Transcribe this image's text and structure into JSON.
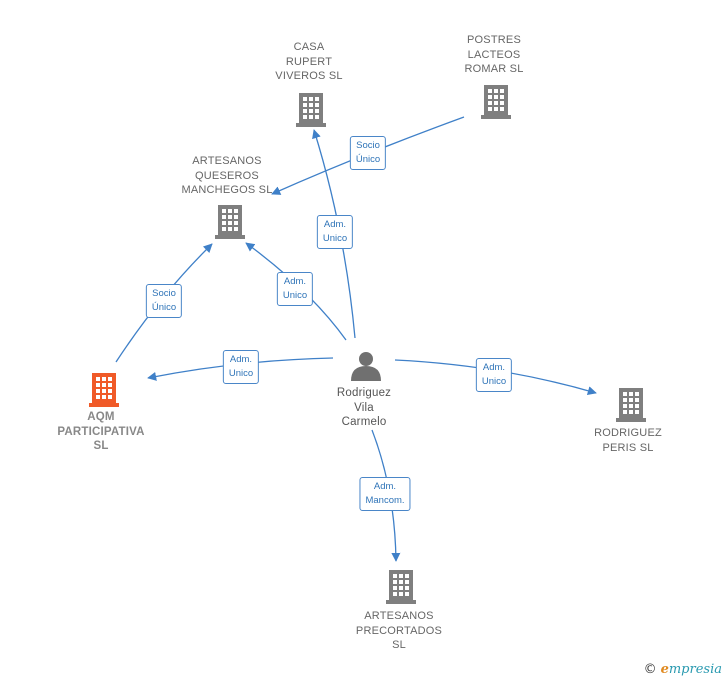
{
  "colors": {
    "edge": "#3f80c8",
    "company": "#7f7f7f",
    "main_company": "#f05a28",
    "person": "#707070"
  },
  "nodes": {
    "casa_rupert": {
      "label": "CASA\nRUPERT\nVIVEROS  SL",
      "icon": "building-icon"
    },
    "postres_lacteos": {
      "label": "POSTRES\nLACTEOS\nROMAR SL",
      "icon": "building-icon"
    },
    "artesanos_queseros": {
      "label": "ARTESANOS\nQUESEROS\nMANCHEGOS SL",
      "icon": "building-icon"
    },
    "aqm": {
      "label": "AQM\nPARTICIPATIVA\nSL",
      "icon": "building-icon"
    },
    "rodriguez_vila": {
      "label": "Rodriguez\nVila\nCarmelo",
      "icon": "person-icon"
    },
    "rodriguez_peris": {
      "label": "RODRIGUEZ\nPERIS  SL",
      "icon": "building-icon"
    },
    "artesanos_precortados": {
      "label": "ARTESANOS\nPRECORTADOS\nSL",
      "icon": "building-icon"
    }
  },
  "edges": {
    "postres_to_queseros": "Socio\nÚnico",
    "person_to_casa": "Adm.\nUnico",
    "person_to_queseros": "Adm.\nUnico",
    "aqm_to_queseros": "Socio\nÚnico",
    "person_to_aqm": "Adm.\nUnico",
    "person_to_peris": "Adm.\nUnico",
    "person_to_precortados": "Adm.\nMancom."
  },
  "brand": {
    "copyright": "©",
    "initial": "e",
    "name": "mpresia"
  }
}
